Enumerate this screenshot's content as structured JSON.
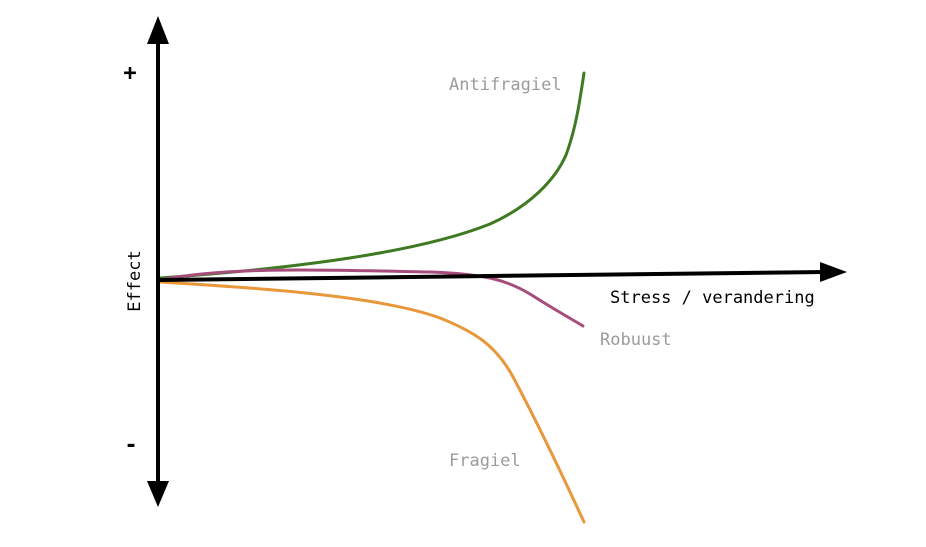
{
  "diagram": {
    "y_axis_label": "Effect",
    "x_axis_label": "Stress / verandering",
    "y_positive_sign": "+",
    "y_negative_sign": "-",
    "curves": [
      {
        "id": "antifragile",
        "label": "Antifragiel",
        "color": "#3f7a22"
      },
      {
        "id": "robust",
        "label": "Robuust",
        "color": "#a64d7c"
      },
      {
        "id": "fragile",
        "label": "Fragiel",
        "color": "#e8973b"
      }
    ]
  }
}
